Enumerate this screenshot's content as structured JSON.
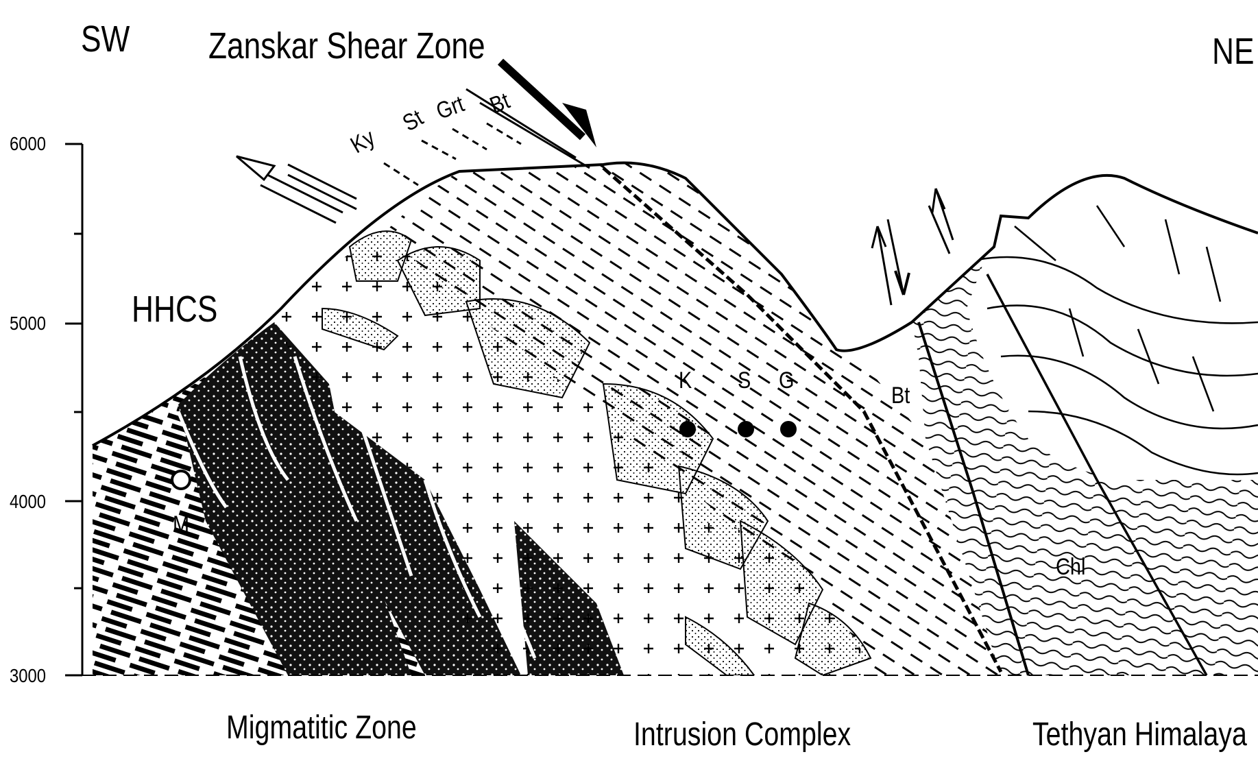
{
  "orientation": {
    "left": "SW",
    "right": "NE"
  },
  "title": "Zanskar Shear Zone",
  "y_axis": {
    "ticks": [
      "6000",
      "5000",
      "4000",
      "3000"
    ]
  },
  "zone_labels": {
    "left": "Migmatitic Zone",
    "center": "Intrusion Complex",
    "right": "Tethyan Himalaya"
  },
  "unit_labels": {
    "hhcs": "HHCS",
    "m": "M",
    "bt_right": "Bt",
    "chl": "Chl"
  },
  "isograds": {
    "ky": "Ky",
    "st": "St",
    "grt": "Grt",
    "bt": "Bt"
  },
  "sample_points": [
    "K",
    "S",
    "G"
  ],
  "colors": {
    "ink": "#000000",
    "paper": "#ffffff"
  }
}
